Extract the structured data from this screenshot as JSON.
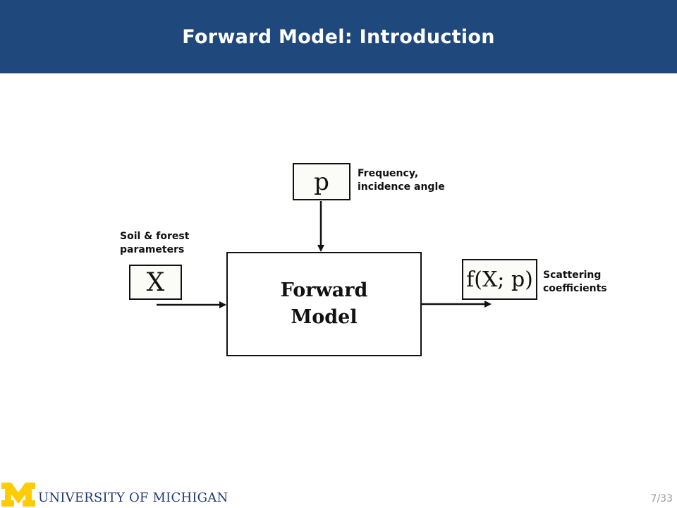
{
  "slide": {
    "title": "Forward Model: Introduction",
    "page_number": "7/33"
  },
  "diagram": {
    "param_box": "p",
    "param_label_line1": "Frequency,",
    "param_label_line2": "incidence angle",
    "input_box": "X",
    "input_label_line1": "Soil & forest",
    "input_label_line2": "parameters",
    "model_line1": "Forward",
    "model_line2": "Model",
    "output_box": "f(X; p)",
    "output_label_line1": "Scattering",
    "output_label_line2": "coefficients"
  },
  "footer": {
    "university": "UNIVERSITY OF MICHIGAN",
    "logo_color": "#ffcb05",
    "text_color": "#1f3a6e"
  },
  "colors": {
    "title_bar": "#1f497d"
  }
}
